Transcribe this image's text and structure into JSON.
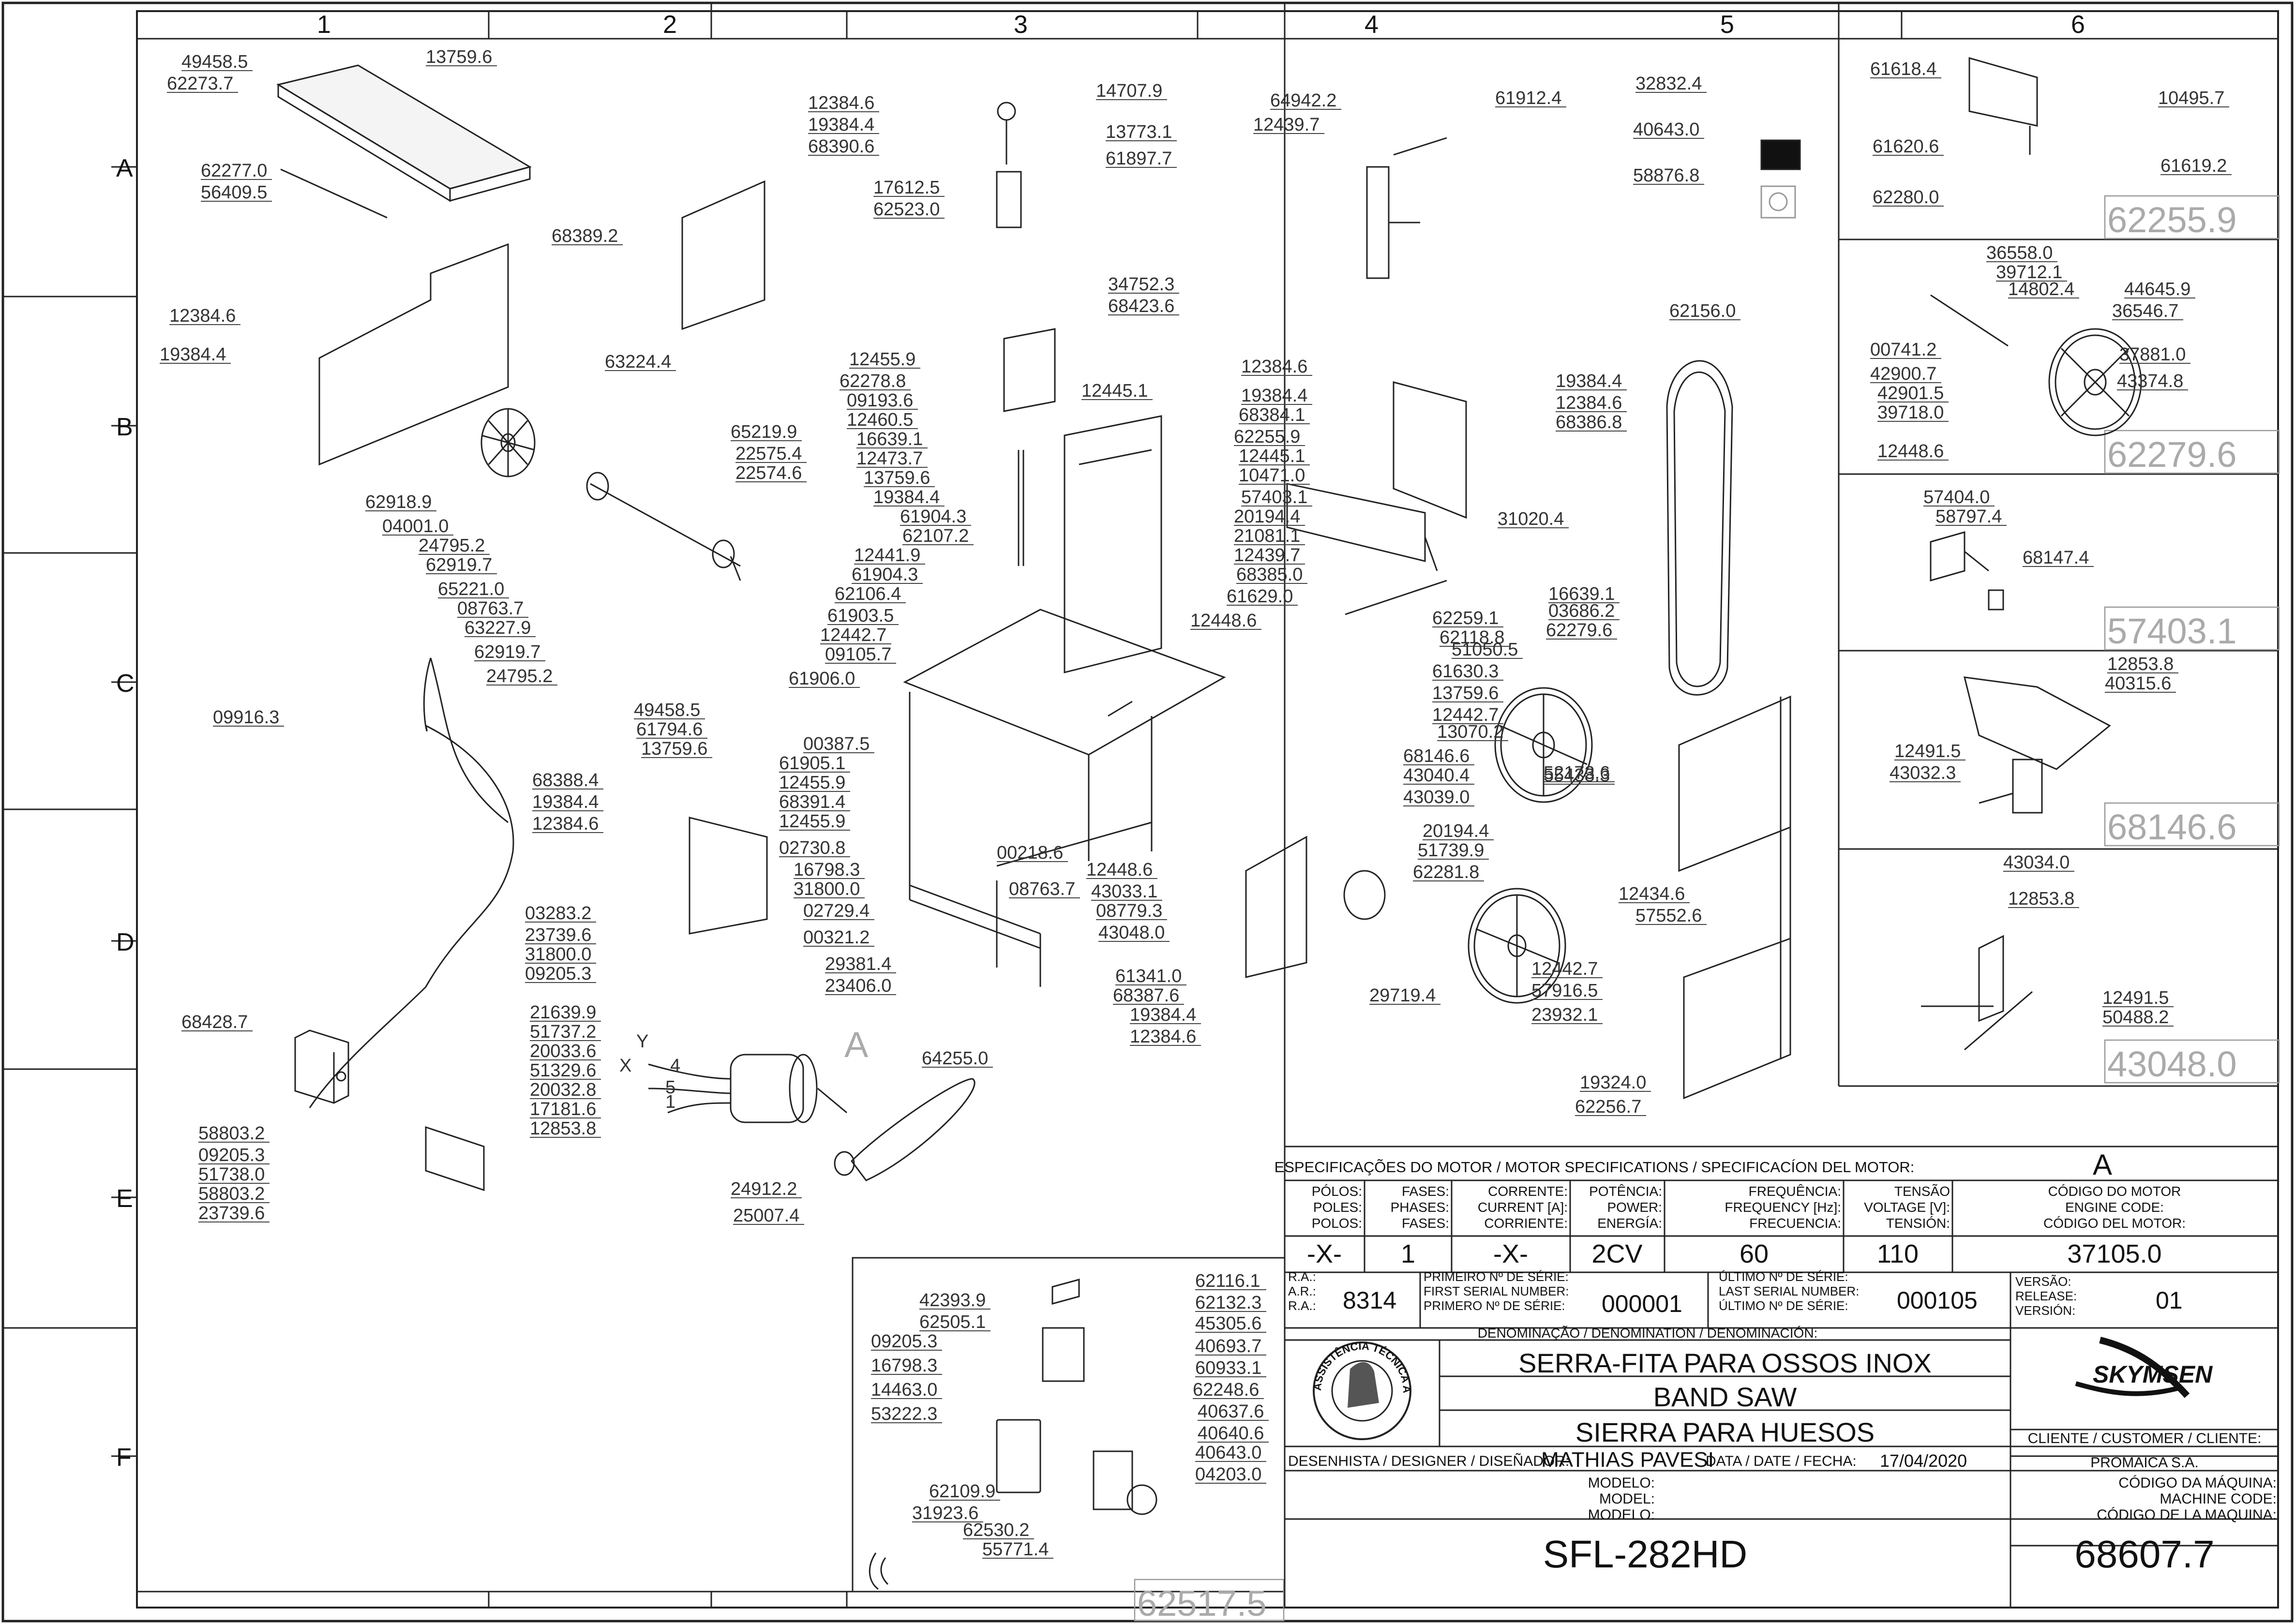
{
  "grid": {
    "columns": [
      "1",
      "2",
      "3",
      "4",
      "5",
      "6"
    ],
    "rows": [
      "A",
      "B",
      "C",
      "D",
      "E",
      "F"
    ]
  },
  "callouts": [
    "49458.5",
    "62273.7",
    "13759.6",
    "62277.0",
    "56409.5",
    "68389.2",
    "12384.6",
    "19384.4",
    "63224.4",
    "62918.9",
    "04001.0",
    "24795.2",
    "62919.7",
    "65221.0",
    "08763.7",
    "63227.9",
    "62919.7",
    "24795.2",
    "65219.9",
    "22575.4",
    "22574.6",
    "09916.3",
    "49458.5",
    "61794.6",
    "13759.6",
    "68388.4",
    "19384.4",
    "12384.6",
    "03283.2",
    "23739.6",
    "31800.0",
    "09205.3",
    "68428.7",
    "21639.9",
    "51737.2",
    "20033.6",
    "51329.6",
    "20032.8",
    "17181.6",
    "12853.8",
    "58803.2",
    "09205.3",
    "51738.0",
    "58803.2",
    "23739.6",
    "12384.6",
    "19384.4",
    "68390.6",
    "14707.9",
    "13773.1",
    "61897.7",
    "17612.5",
    "62523.0",
    "34752.3",
    "68423.6",
    "12455.9",
    "62278.8",
    "09193.6",
    "12460.5",
    "16639.1",
    "12473.7",
    "13759.6",
    "19384.4",
    "61904.3",
    "62107.2",
    "12441.9",
    "61904.3",
    "62106.4",
    "61903.5",
    "12442.7",
    "09105.7",
    "61906.0",
    "00387.5",
    "61905.1",
    "12455.9",
    "68391.4",
    "12455.9",
    "02730.8",
    "16798.3",
    "31800.0",
    "02729.4",
    "00321.2",
    "29381.4",
    "23406.0",
    "00218.6",
    "08763.7",
    "12448.6",
    "43033.1",
    "08779.3",
    "43048.0",
    "12445.1",
    "12384.6",
    "19384.4",
    "68384.1",
    "62255.9",
    "12445.1",
    "10471.0",
    "57403.1",
    "20194.4",
    "21081.1",
    "12439.7",
    "68385.0",
    "61629.0",
    "12448.6",
    "61341.0",
    "68387.6",
    "19384.4",
    "12384.6",
    "64255.0",
    "24912.2",
    "25007.4",
    "64942.2",
    "12439.7",
    "61912.4",
    "19384.4",
    "12384.6",
    "68386.8",
    "31020.4",
    "62259.1",
    "62118.8",
    "16639.1",
    "03686.2",
    "62279.6",
    "51050.5",
    "61630.3",
    "13759.6",
    "12442.7",
    "13070.2",
    "68146.6",
    "43040.4",
    "43039.0",
    "52173.6",
    "20194.4",
    "51739.9",
    "62281.8",
    "29719.4",
    "32832.4",
    "40643.0",
    "58876.8",
    "62156.0",
    "55438.3",
    "12434.6",
    "57552.6",
    "12442.7",
    "57916.5",
    "23932.1",
    "19324.0",
    "62256.7",
    "61618.4",
    "10495.7",
    "61620.6",
    "61619.2",
    "62280.0",
    "36558.0",
    "39712.1",
    "14802.4",
    "44645.9",
    "36546.7",
    "00741.2",
    "42900.7",
    "42901.5",
    "39718.0",
    "37881.0",
    "43374.8",
    "12448.6",
    "57404.0",
    "58797.4",
    "68147.4",
    "12853.8",
    "40315.6",
    "12491.5",
    "43032.3",
    "43034.0",
    "12853.8",
    "12491.5",
    "50488.2",
    "42393.9",
    "62505.1",
    "09205.3",
    "16798.3",
    "14463.0",
    "53222.3",
    "62116.1",
    "62132.3",
    "45305.6",
    "40693.7",
    "60933.1",
    "62248.6",
    "40637.6",
    "40640.6",
    "40643.0",
    "04203.0",
    "62109.9",
    "31923.6",
    "62530.2",
    "55771.4"
  ],
  "detail_boxes": [
    "62255.9",
    "62279.6",
    "57403.1",
    "68146.6",
    "43048.0",
    "62517.5"
  ],
  "motor_marker": "A",
  "wiring_labels": [
    "Y",
    "X",
    "4",
    "5",
    "1"
  ],
  "motor_spec": {
    "header": "ESPECIFICAÇÕES DO MOTOR / MOTOR SPECIFICATIONS / SPECIFICACÍON DEL MOTOR:",
    "motor_letter": "A",
    "columns": [
      {
        "label": "PÓLOS:\nPOLES:\nPOLOS:",
        "value": "-X-"
      },
      {
        "label": "FASES:\nPHASES:\nFASES:",
        "value": "1"
      },
      {
        "label": "CORRENTE:\nCURRENT [A]:\nCORRIENTE:",
        "value": "-X-"
      },
      {
        "label": "POTÊNCIA:\nPOWER:\nENERGÍA:",
        "value": "2CV"
      },
      {
        "label": "FREQUÊNCIA:\nFREQUENCY [Hz]:\nFRECUENCIA:",
        "value": "60"
      },
      {
        "label": "TENSÃO\nVOLTAGE [V]:\nTENSIÓN:",
        "value": "110"
      },
      {
        "label": "CÓDIGO DO MOTOR\nENGINE CODE:\nCÓDIGO DEL MOTOR:",
        "value": "37105.0"
      }
    ]
  },
  "title_block": {
    "ra_label": "R.A.:\nA.R.:\nR.A.:",
    "ra_value": "8314",
    "first_serial_label": "PRIMEIRO Nº DE SÉRIE:\nFIRST SERIAL NUMBER:\nPRIMERO Nº DE SÉRIE:",
    "first_serial_value": "000001",
    "last_serial_label": "ÚLTIMO Nº DE SÉRIE:\nLAST SERIAL NUMBER:\nÚLTIMO Nº DE SÉRIE:",
    "last_serial_value": "000105",
    "release_label": "VERSÃO:\nRELEASE:\nVERSIÓN:",
    "release_value": "01",
    "denomination_label": "DENOMINAÇÃO / DENOMINATION / DENOMINACIÓN:",
    "names": [
      "SERRA-FITA PARA OSSOS INOX",
      "BAND SAW",
      "SIERRA PARA HUESOS"
    ],
    "brand": "SKYMSEN",
    "seal_text": "ASSISTÊNCIA TÉCNICA AUTORIZADA",
    "customer_label": "CLIENTE / CUSTOMER / CLIENTE:",
    "customer_value": "PROMAICA S.A.",
    "designer_label": "DESENHISTA / DESIGNER / DISEÑADOR:",
    "designer_value": "MATHIAS PAVESI",
    "date_label": "DATA / DATE / FECHA:",
    "date_value": "17/04/2020",
    "model_label": "MODELO:\nMODEL:\nMODELO:",
    "model_value": "SFL-282HD",
    "machine_code_label": "CÓDIGO DA MÁQUINA:\nMACHINE CODE:\nCÓDIGO DE LA MAQUINA:",
    "machine_code_value": "68607.7"
  },
  "colors": {
    "line": "#222222",
    "label": "#333333",
    "faint": "#999999"
  }
}
